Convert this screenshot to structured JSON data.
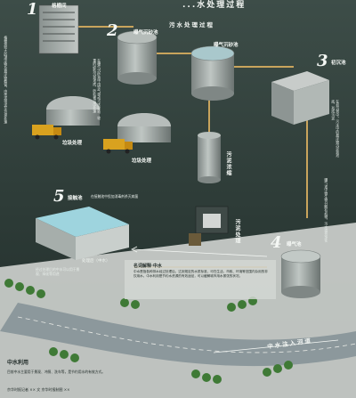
{
  "header": {
    "title_visible": "...水处理过程"
  },
  "diagram_title": "污水处理过程",
  "steps": [
    {
      "num": "1",
      "label": "格栅间"
    },
    {
      "num": "2",
      "label": "曝气沉砂池"
    },
    {
      "num": "3",
      "label": "初沉池"
    },
    {
      "num": "4",
      "label": "曝气池"
    },
    {
      "num": "5",
      "label": "接触池"
    }
  ],
  "labels": {
    "aeration_basin": "曝气沉砂池",
    "garbage_1": "垃圾处理",
    "garbage_2": "垃圾处理",
    "sludge_thicken": "污泥浓缩",
    "sludge_process": "污泥处理",
    "reclaimed_arrow": "处理后（中水）",
    "river_arrow": "中水注入河道"
  },
  "descriptions": {
    "d1": "格栅将较大的漂浮物及悬浮物截留，由传送带送至垃圾处理",
    "d2": "在曝气沉砂池中由空气带动污水旋转，较重的砂粒沉到池底，砂粒被运出处理",
    "d3": "在初沉池中，污水中的悬浮物沉淀到池底，形成污泥",
    "d4": "曝气池中微生物分解有机物，污水得到净化",
    "d5": "在接触池中投加消毒剂杀灭病菌",
    "d6": "经过处理后的中水可以用于景观、绿化等用途"
  },
  "term": {
    "title": "名词解释·中水",
    "body": "中水是指各种排水经过处理后，达到规定的水质标准，可在生活、市政、环境等范围内杂用的非饮用水。中水利用是节约水资源的有效途径，可以缓解城市用水紧张的状况。"
  },
  "footer": {
    "section": "中水利用",
    "body": "目前中水主要用于景观、冲厕、洗车等，是节约用水的有效方式。",
    "credit": "京华时报记者 ×× 文  京华时报制图 ××"
  },
  "colors": {
    "background": "#2b3a36",
    "tank": "#9fa7a4",
    "pipe": "#c9a45c",
    "water": "#9ed4de",
    "road": "#8e9a9e"
  }
}
